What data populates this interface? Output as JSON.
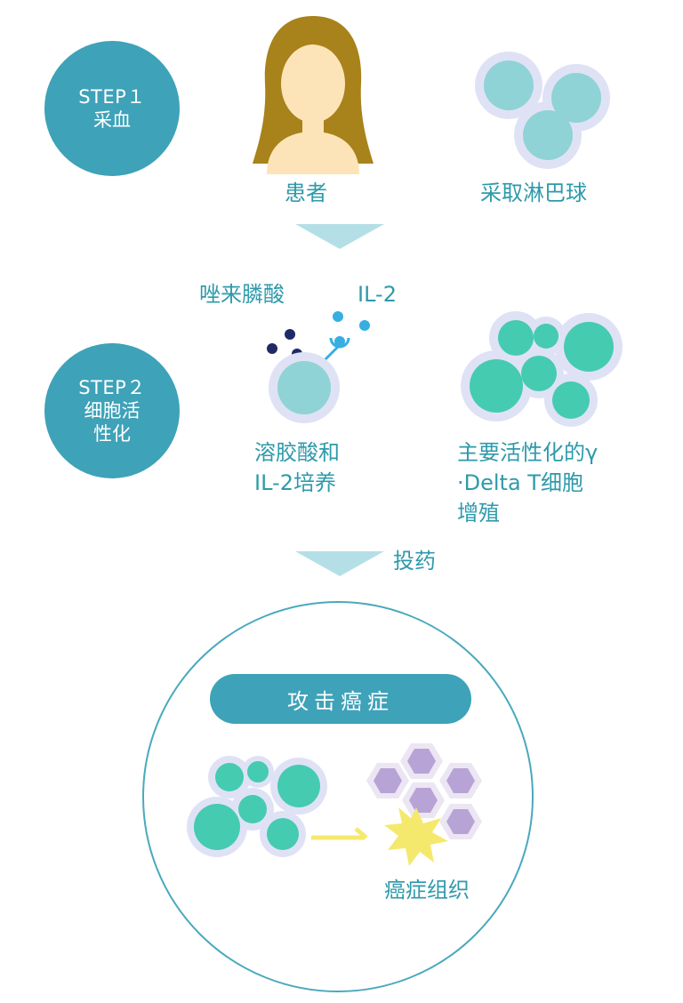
{
  "step1": {
    "title": "STEP１",
    "subtitle": "采血"
  },
  "step2": {
    "title": "STEP２",
    "subtitle_line1": "细胞活",
    "subtitle_line2": "性化"
  },
  "patient_label": "患者",
  "lymphocyte_label": "采取淋巴球",
  "zoledronic_label": "唑来膦酸",
  "il2_label": "IL-2",
  "culture_label_line1": "溶胶酸和",
  "culture_label_line2": "IL-2培养",
  "proliferation_line1": "主要活性化的γ",
  "proliferation_line2": "·Delta T细胞",
  "proliferation_line3": "增殖",
  "administer_label": "投药",
  "attack_label": "攻击癌症",
  "cancer_tissue_label": "癌症组织",
  "colors": {
    "teal_dark": "#3ea2b8",
    "teal_light_cell": "#8fd3d6",
    "green_cell": "#45cbb0",
    "cell_halo": "#dfe2f5",
    "arrow_light": "#b5dfe6",
    "purple_cell": "#b8a3d6",
    "star_yellow": "#f5e96d",
    "hair": "#a8821a",
    "skin": "#fde4b8",
    "dot_navy": "#1f2a66",
    "dot_blue": "#36aee2"
  }
}
